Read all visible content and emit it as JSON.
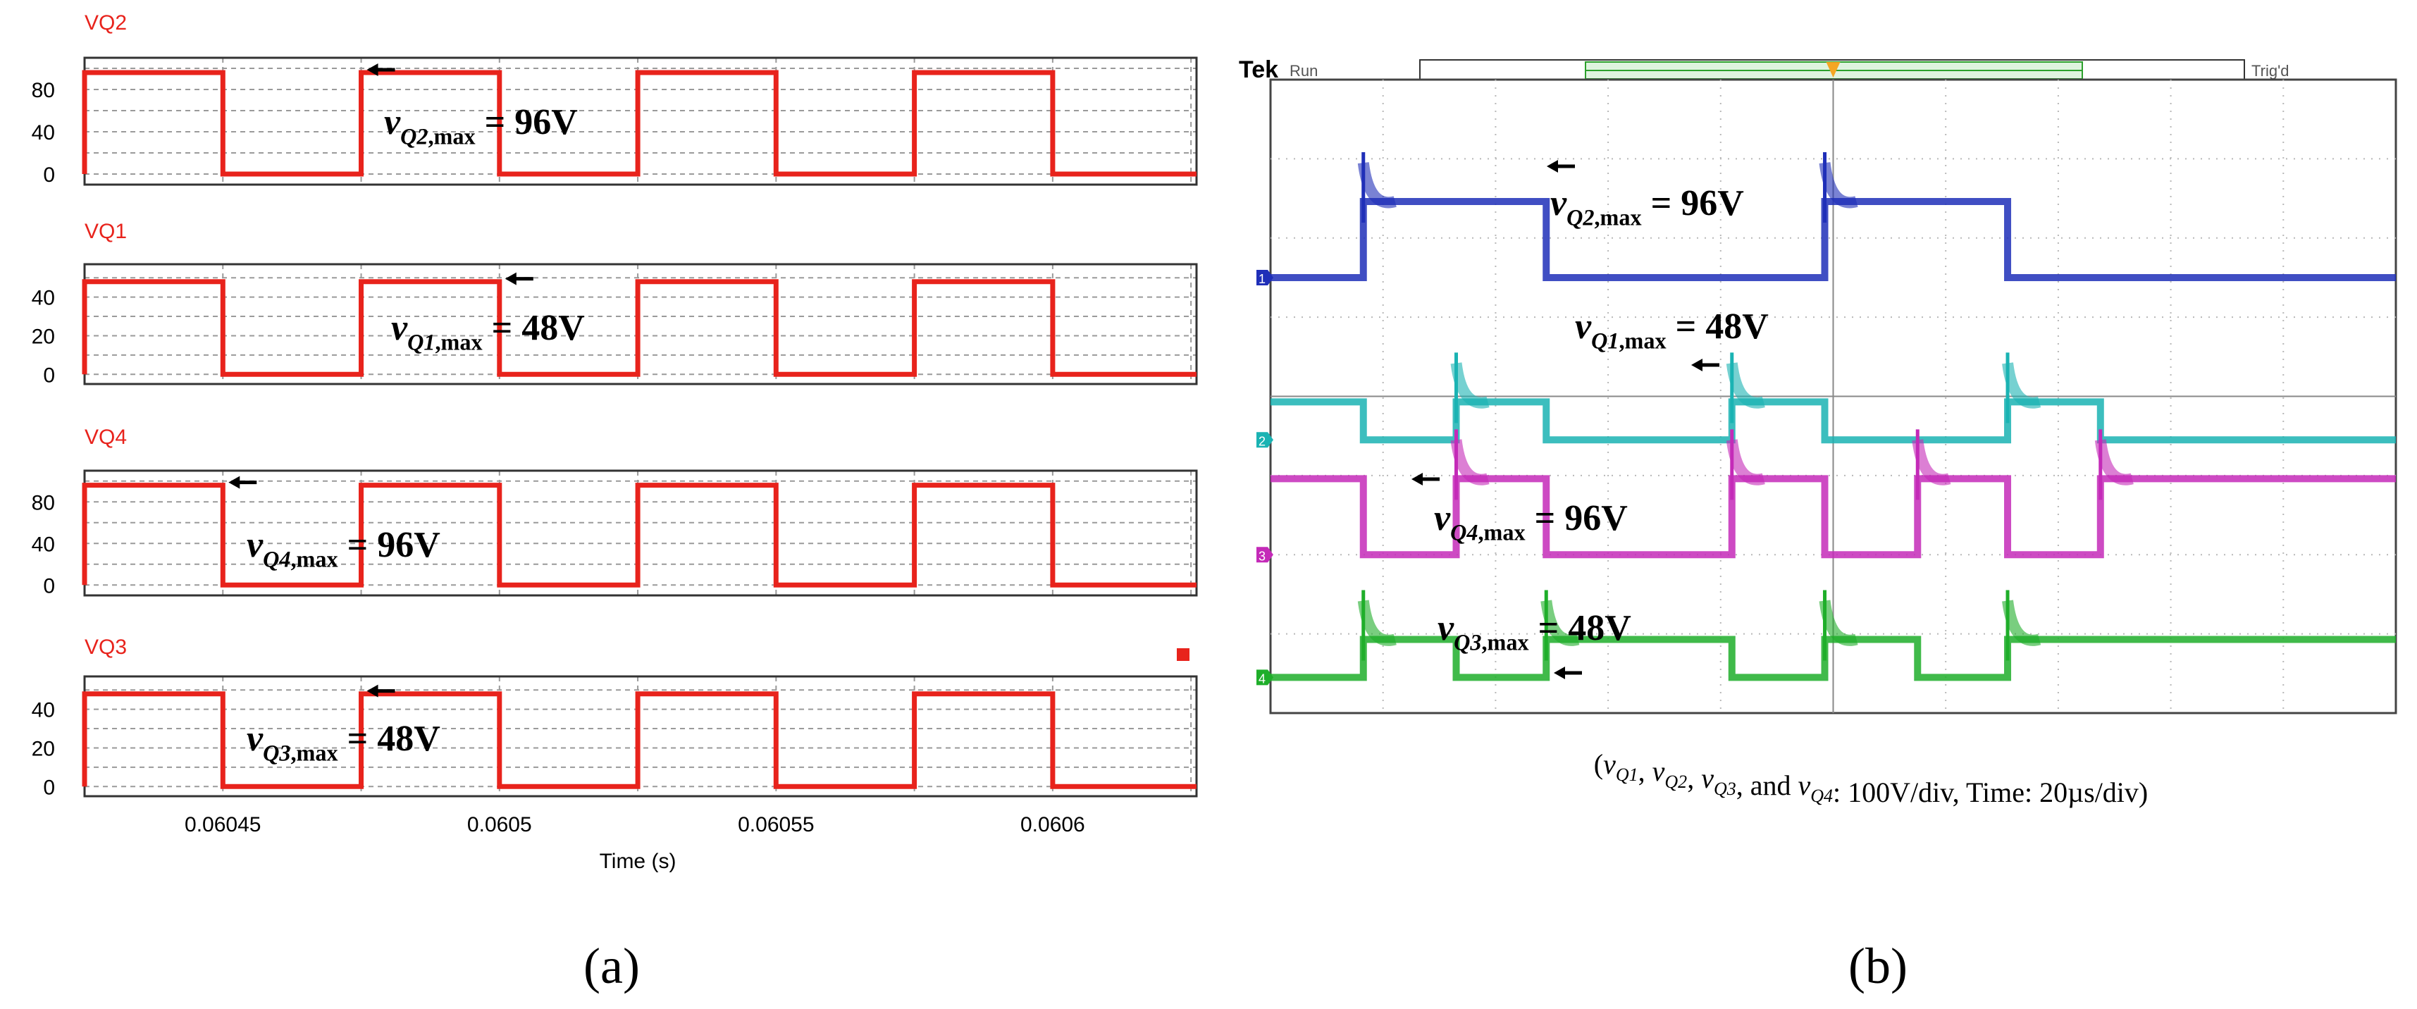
{
  "panel_labels": [
    "(a)",
    "(b)"
  ],
  "chart_data": [
    {
      "type": "line",
      "panel": "(a)",
      "source": "simulation",
      "xlabel": "Time (s)",
      "x_ticks": [
        "0.06045",
        "0.0605",
        "0.06055",
        "0.0606"
      ],
      "x_tick_values": [
        0.06045,
        0.0605,
        0.06055,
        0.0606
      ],
      "xlim": [
        0.060425,
        0.060626
      ],
      "grid": true,
      "line_color": "#e8231c",
      "subplots": [
        {
          "name": "VQ2",
          "ylim": [
            -10,
            110
          ],
          "y_ticks": [
            0,
            40,
            80
          ],
          "x": [
            0.060425,
            0.060425,
            0.06045,
            0.06045,
            0.060475,
            0.060475,
            0.0605,
            0.0605,
            0.060525,
            0.060525,
            0.06055,
            0.06055,
            0.060575,
            0.060575,
            0.0606,
            0.0606,
            0.060626
          ],
          "y": [
            0,
            96,
            96,
            0,
            0,
            96,
            96,
            0,
            0,
            96,
            96,
            0,
            0,
            96,
            96,
            0,
            0
          ],
          "annotation": "v<sub>Q2,max</sub> = 96V",
          "annotation_parts": {
            "var": "v",
            "sub": "Q2,max",
            "rest": " = 96V"
          },
          "arrow_at": [
            0.060475,
            96
          ]
        },
        {
          "name": "VQ1",
          "ylim": [
            -5,
            57
          ],
          "y_ticks": [
            0,
            20,
            40
          ],
          "x": [
            0.060425,
            0.060425,
            0.06045,
            0.06045,
            0.060475,
            0.060475,
            0.0605,
            0.0605,
            0.060525,
            0.060525,
            0.06055,
            0.06055,
            0.060575,
            0.060575,
            0.0606,
            0.0606,
            0.060626
          ],
          "y": [
            0,
            48,
            48,
            0,
            0,
            48,
            48,
            0,
            0,
            48,
            48,
            0,
            0,
            48,
            48,
            0,
            0
          ],
          "annotation": "v<sub>Q1,max</sub> = 48V",
          "annotation_parts": {
            "var": "v",
            "sub": "Q1,max",
            "rest": " = 48V"
          },
          "arrow_at": [
            0.0605,
            48
          ]
        },
        {
          "name": "VQ4",
          "ylim": [
            -10,
            110
          ],
          "y_ticks": [
            0,
            40,
            80
          ],
          "x": [
            0.060425,
            0.060425,
            0.06045,
            0.06045,
            0.060475,
            0.060475,
            0.0605,
            0.0605,
            0.060525,
            0.060525,
            0.06055,
            0.06055,
            0.060575,
            0.060575,
            0.0606,
            0.0606,
            0.060626
          ],
          "y": [
            0,
            96,
            96,
            0,
            0,
            96,
            96,
            0,
            0,
            96,
            96,
            0,
            0,
            96,
            96,
            0,
            0
          ],
          "annotation": "v<sub>Q4,max</sub> = 96V",
          "annotation_parts": {
            "var": "v",
            "sub": "Q4,max",
            "rest": " = 96V"
          },
          "arrow_at": [
            0.06045,
            96
          ]
        },
        {
          "name": "VQ3",
          "ylim": [
            -5,
            57
          ],
          "y_ticks": [
            0,
            20,
            40
          ],
          "x": [
            0.060425,
            0.060425,
            0.06045,
            0.06045,
            0.060475,
            0.060475,
            0.0605,
            0.0605,
            0.060525,
            0.060525,
            0.06055,
            0.06055,
            0.060575,
            0.060575,
            0.0606,
            0.0606,
            0.060626
          ],
          "y": [
            0,
            48,
            48,
            0,
            0,
            48,
            48,
            0,
            0,
            48,
            48,
            0,
            0,
            48,
            48,
            0,
            0
          ],
          "annotation": "v<sub>Q3,max</sub> = 48V",
          "annotation_parts": {
            "var": "v",
            "sub": "Q3,max",
            "rest": " = 48V"
          },
          "arrow_at": [
            0.060475,
            48
          ]
        }
      ]
    },
    {
      "type": "line",
      "panel": "(b)",
      "source": "oscilloscope",
      "brand": "Tek",
      "status_left": "Run",
      "status_right": "Trig'd",
      "grid": true,
      "divisions": {
        "x": 10,
        "y": 8
      },
      "time_per_div_us": 20,
      "volts_per_div": 100,
      "channel_markers": [
        "1",
        "2",
        "3",
        "4"
      ],
      "caption": {
        "open": "(",
        "sep1": ", ",
        "sep2": ", ",
        "sep3": ", and ",
        "vars": [
          {
            "var": "v",
            "sub": "Q1"
          },
          {
            "var": "v",
            "sub": "Q2"
          },
          {
            "var": "v",
            "sub": "Q3"
          },
          {
            "var": "v",
            "sub": "Q4"
          }
        ],
        "tail": ": 100V/div, Time: 20µs/div)"
      },
      "traces": [
        {
          "name": "vQ2",
          "color": "#1f2fb8",
          "zero_level_div": 0.5,
          "high_div": 0.96,
          "edges_us": [
            16.5,
            49.0,
            98.5,
            131.0
          ],
          "start_high": false,
          "annotation_parts": {
            "var": "v",
            "sub": "Q2,max",
            "rest": " = 96V"
          }
        },
        {
          "name": "vQ1",
          "color": "#1ab3b3",
          "zero_level_div": 0.0,
          "high_div": 0.48,
          "edges_us": [
            16.5,
            33.0,
            49.0,
            82.0,
            98.5,
            131.0,
            147.5
          ],
          "start_high": true,
          "annotation_parts": {
            "var": "v",
            "sub": "Q1,max",
            "rest": " = 48V"
          }
        },
        {
          "name": "vQ4",
          "color": "#c42ab8",
          "zero_level_div": -1.0,
          "high_div": 0.96,
          "edges_us": [
            16.5,
            33.0,
            49.0,
            82.0,
            98.5,
            115.0,
            131.0,
            147.5
          ],
          "start_high": true,
          "annotation_parts": {
            "var": "v",
            "sub": "Q4,max",
            "rest": " = 96V"
          }
        },
        {
          "name": "vQ3",
          "color": "#1fae2a",
          "zero_level_div": -2.0,
          "high_div": 0.48,
          "edges_us": [
            16.5,
            33.0,
            49.0,
            82.0,
            98.5,
            115.0,
            131.0
          ],
          "start_high": false,
          "annotation_parts": {
            "var": "v",
            "sub": "Q3,max",
            "rest": " = 48V"
          }
        }
      ]
    }
  ]
}
